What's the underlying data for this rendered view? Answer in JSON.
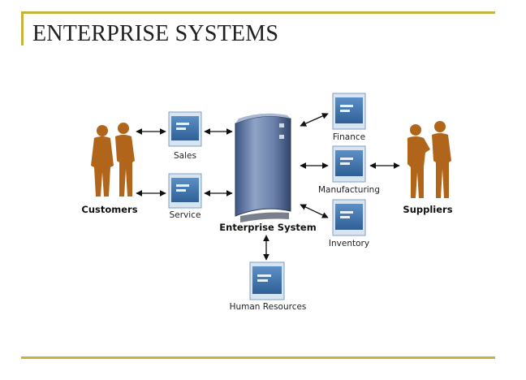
{
  "slide": {
    "title": "ENTERPRISE SYSTEMS"
  },
  "colors": {
    "rule": "#c9b23c",
    "figure": "#b0651a",
    "server": "#6f86ad",
    "module": "#3a6fa8"
  },
  "diagram": {
    "center": "Enterprise System",
    "left_actor": "Customers",
    "right_actor": "Suppliers",
    "modules": {
      "sales": "Sales",
      "service": "Service",
      "finance": "Finance",
      "manufacturing": "Manufacturing",
      "inventory": "Inventory",
      "human_resources": "Human Resources"
    }
  }
}
